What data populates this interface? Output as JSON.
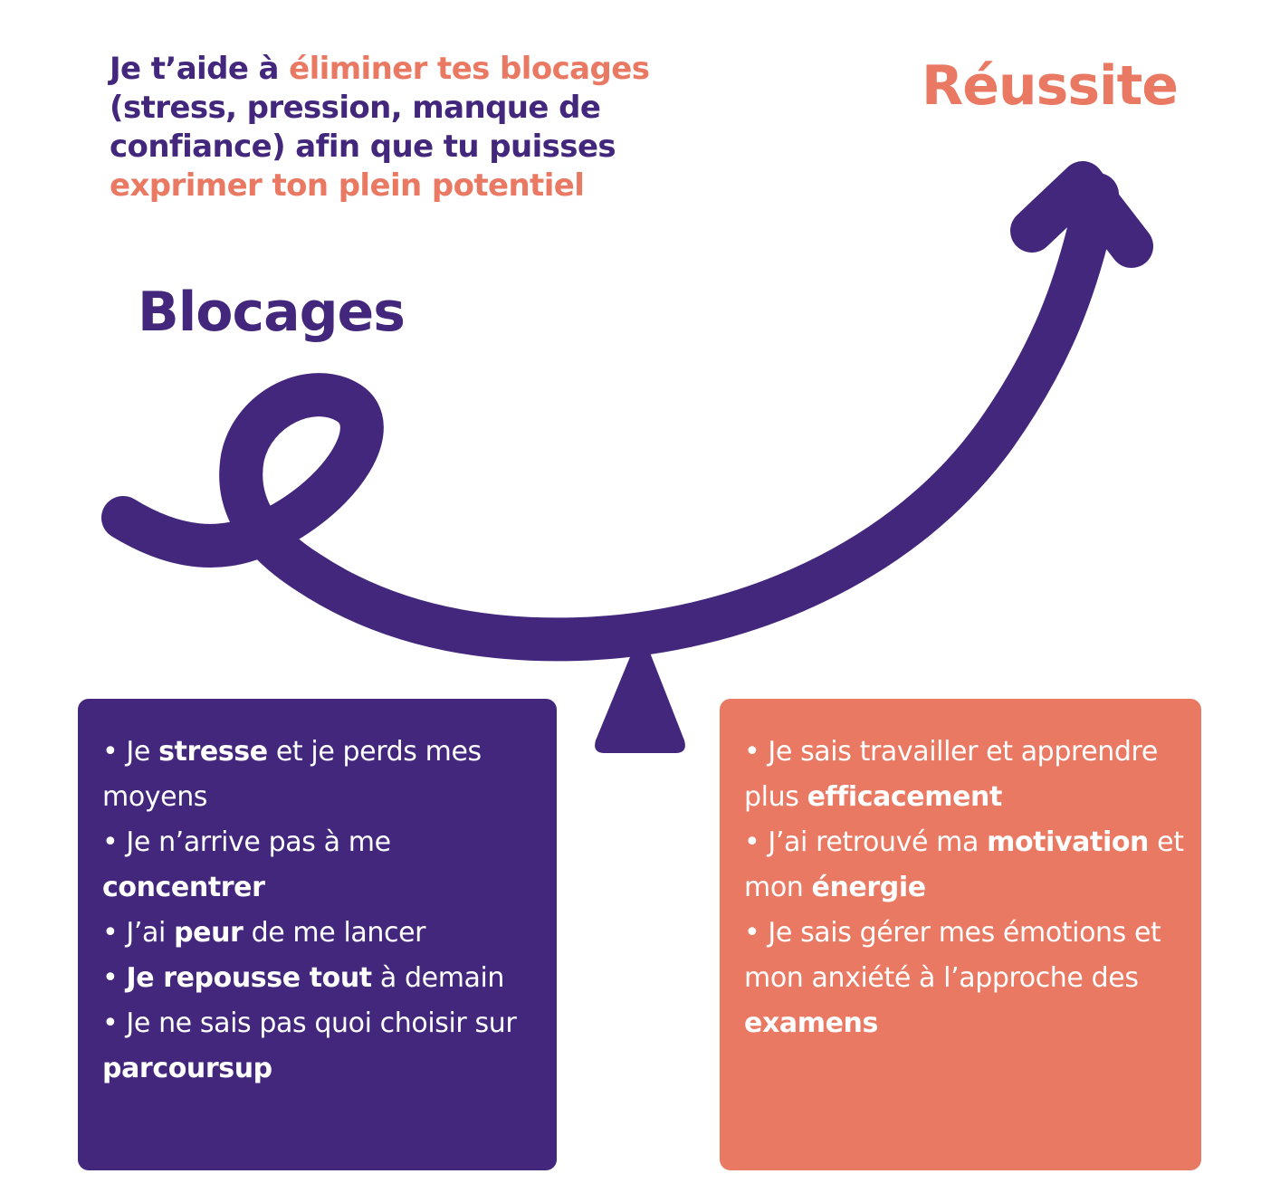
{
  "colors": {
    "purple": "#42277c",
    "coral": "#e97962",
    "background": "#ffffff"
  },
  "intro": {
    "part1": "Je t’aide à ",
    "highlight1": "éliminer tes blocages",
    "part2": " (stress, pression, manque de confiance) afin que tu puisses ",
    "highlight2": "exprimer ton plein potentiel"
  },
  "labels": {
    "success": "Réussite",
    "blocks": "Blocages"
  },
  "diagram": {
    "arrow_icon": "curved-arrow-with-loop",
    "fulcrum_icon": "triangle-fulcrum"
  },
  "blocks_box": {
    "items": [
      {
        "prefix": "• Je ",
        "bold": "stresse",
        "suffix": " et je perds mes moyens"
      },
      {
        "prefix": "• Je n’arrive pas à me ",
        "bold": "concentrer",
        "suffix": ""
      },
      {
        "prefix": "• J’ai ",
        "bold": "peur",
        "suffix": " de me lancer"
      },
      {
        "prefix": "• ",
        "bold": "Je repousse tout",
        "suffix": " à demain"
      },
      {
        "prefix": "• Je ne sais pas quoi choisir sur ",
        "bold": "parcoursup",
        "suffix": ""
      }
    ]
  },
  "success_box": {
    "items": [
      {
        "prefix": "• Je sais travailler et apprendre plus ",
        "bold": "efficacement",
        "mid": "",
        "bold2": "",
        "suffix": ""
      },
      {
        "prefix": "• J’ai retrouvé ma ",
        "bold": "motivation",
        "mid": " et mon ",
        "bold2": "énergie",
        "suffix": ""
      },
      {
        "prefix": "• Je sais gérer mes émotions et mon anxiété à l’approche des ",
        "bold": "examens",
        "mid": "",
        "bold2": "",
        "suffix": ""
      }
    ]
  }
}
